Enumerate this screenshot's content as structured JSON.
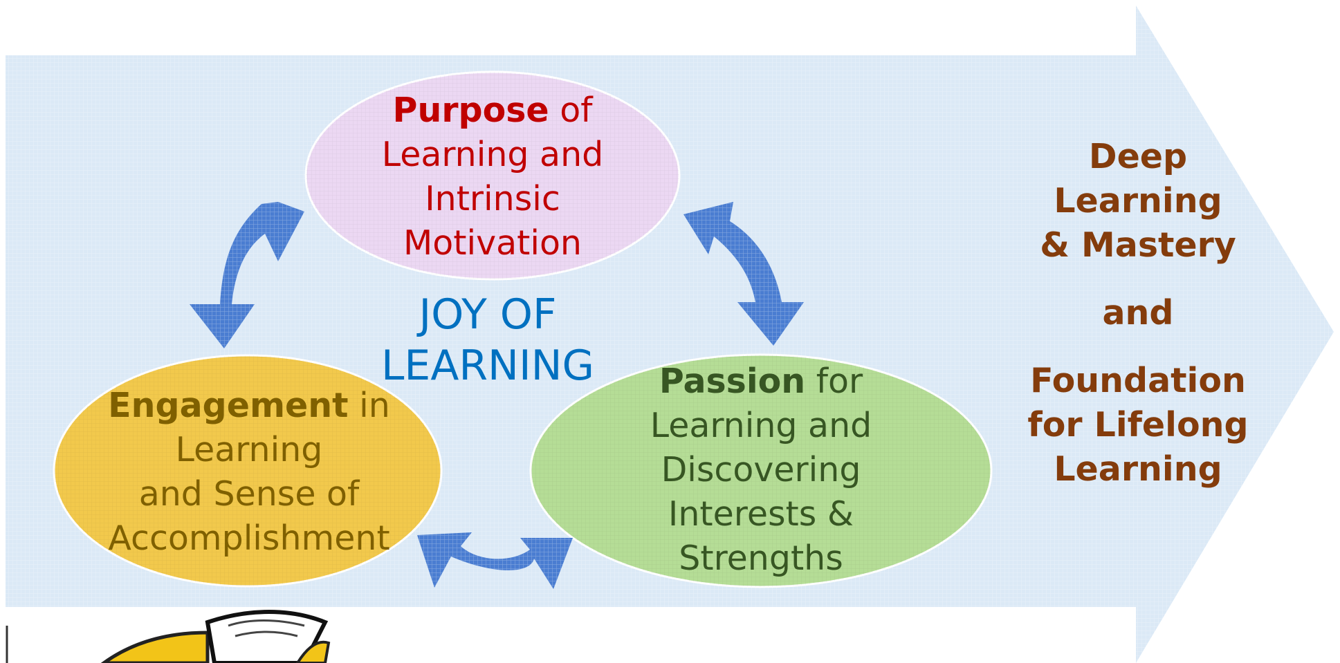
{
  "colors": {
    "background_band": "#dbe9f6",
    "arrow_body": "#dde9f5",
    "purpose_fill": "#ecd8f3",
    "engagement_fill": "#f2c94c",
    "passion_fill": "#b5dd96",
    "cycle_arrows": "#4a7dd1",
    "purpose_text": "#c00000",
    "engagement_text": "#7f6000",
    "passion_text": "#375623",
    "center_text": "#0070c0",
    "outcome_text": "#843c0c"
  },
  "center": {
    "line1": "JOY OF",
    "line2": "LEARNING"
  },
  "purpose": {
    "lead": "Purpose",
    "lead_tail": " of",
    "line2": "Learning and",
    "line3": "Intrinsic",
    "line4": "Motivation"
  },
  "engagement": {
    "lead": "Engagement",
    "lead_tail": " in",
    "line2": "Learning",
    "line3": "and Sense of",
    "line4": "Accomplishment"
  },
  "passion": {
    "lead": "Passion",
    "lead_tail": " for",
    "line2": "Learning and",
    "line3": "Discovering",
    "line4": "Interests &",
    "line5": "Strengths"
  },
  "outcome": {
    "line1": "Deep",
    "line2": "Learning",
    "line3": "& Mastery",
    "line4": "and",
    "line5": "Foundation",
    "line6": "for Lifelong",
    "line7": "Learning"
  },
  "icons": {
    "cycle_arrow": "curved-double-arrow-icon",
    "direction_arrow": "large-right-arrow-shape",
    "logo": "mascot-logo-partial"
  }
}
